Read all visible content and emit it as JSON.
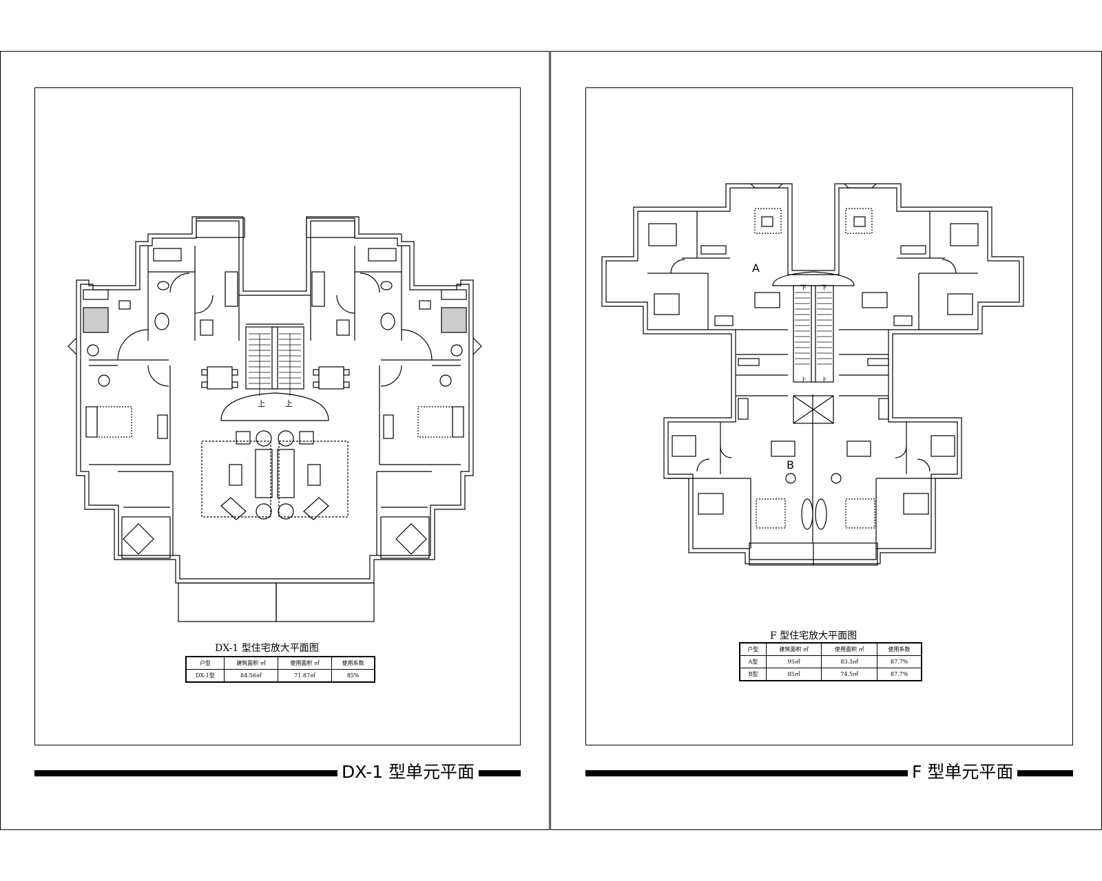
{
  "left_sheet": {
    "sheet_title": "DX-1 型单元平面",
    "plan_title": "DX-1 型住宅放大平面图",
    "table": {
      "headers": [
        "户型",
        "建筑面积 ㎡",
        "使用面积 ㎡",
        "使用系数"
      ],
      "rows": [
        {
          "type": "DX-1型",
          "building_area": "84.56㎡",
          "usable_area": "71.87㎡",
          "coefficient": "85%"
        }
      ]
    },
    "stair_labels": {
      "up_left": "上",
      "up_right": "上"
    }
  },
  "right_sheet": {
    "sheet_title": "F 型单元平面",
    "plan_title": "F 型住宅放大平面图",
    "table": {
      "headers": [
        "户型",
        "建筑面积 ㎡",
        "使用面积 ㎡",
        "使用系数"
      ],
      "rows": [
        {
          "type": "A型",
          "building_area": "95㎡",
          "usable_area": "83.3㎡",
          "coefficient": "87.7%"
        },
        {
          "type": "B型",
          "building_area": "85㎡",
          "usable_area": "74.5㎡",
          "coefficient": "87.7%"
        }
      ]
    },
    "unit_labels": {
      "a": "A",
      "b": "B"
    },
    "stair_labels": {
      "down_left": "下",
      "down_right": "下",
      "up_left": "上",
      "up_right": "上"
    }
  }
}
